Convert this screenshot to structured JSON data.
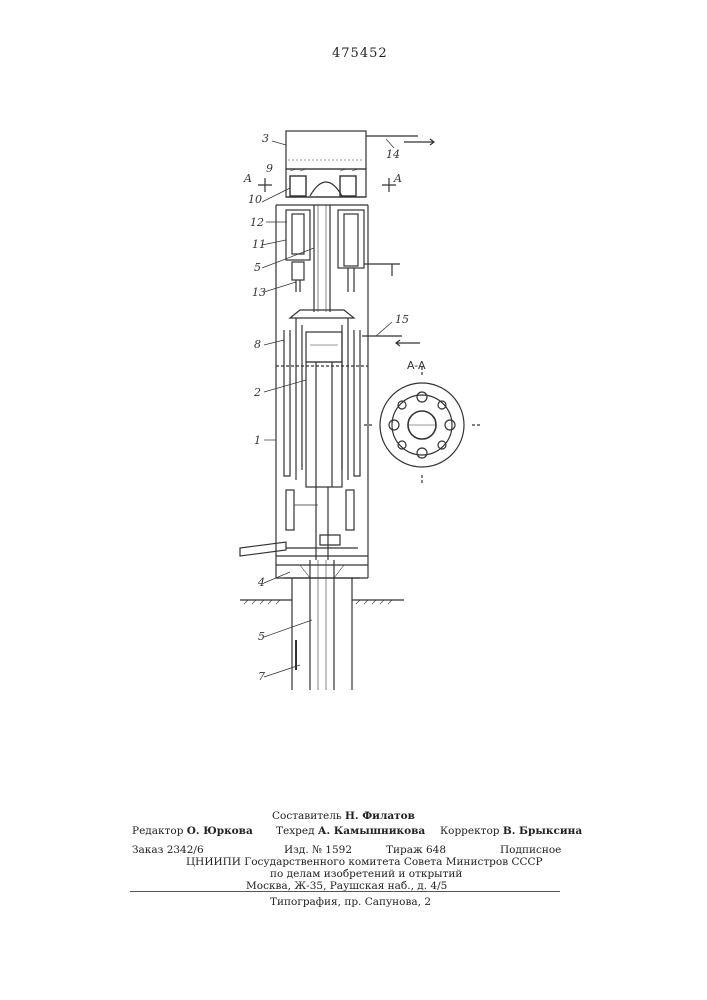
{
  "patent_number": "475452",
  "section": {
    "title": "A-A"
  },
  "labels": {
    "l1": "1",
    "l2": "2",
    "l3": "3",
    "l4": "4",
    "l5a": "5",
    "l5b": "5",
    "l7": "7",
    "l8": "8",
    "l9": "9",
    "l10": "10",
    "l11": "11",
    "l12": "12",
    "l13": "13",
    "l14": "14",
    "l15": "15",
    "la_left": "A",
    "la_right": "A"
  },
  "imprint": {
    "compiler_role": "Составитель",
    "compiler_name": "Н. Филатов",
    "editor_role": "Редактор",
    "editor_name": "О. Юркова",
    "tech_role": "Техред",
    "tech_name": "А. Камышникова",
    "corrector_role": "Корректор",
    "corrector_name": "В. Брыксина",
    "order": "Заказ 2342/6",
    "izd": "Изд. № 1592",
    "tirazh": "Тираж 648",
    "subscription": "Подписное",
    "org": "ЦНИИПИ Государственного комитета Совета Министров СССР",
    "org2": "по делам изобретений и открытий",
    "address": "Москва, Ж-35, Раушская наб., д. 4/5",
    "printer": "Типография, пр. Сапунова, 2"
  }
}
